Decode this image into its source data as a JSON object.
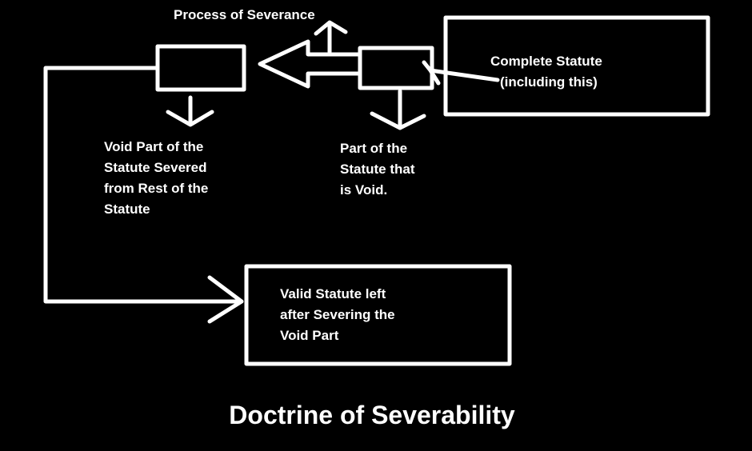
{
  "title": "Doctrine of Severability",
  "process_label": "Process of Severance",
  "complete_statute": [
    "Complete Statute",
    "(including this)"
  ],
  "void_part": [
    "Part of the",
    "Statute that",
    "is Void."
  ],
  "severed_part": [
    "Void Part of the",
    "Statute Severed",
    "from Rest of the",
    "Statute"
  ],
  "valid_statute": [
    "Valid Statute left",
    "after Severing the",
    "Void Part"
  ],
  "colors": {
    "background": "#000000",
    "foreground": "#ffffff"
  }
}
